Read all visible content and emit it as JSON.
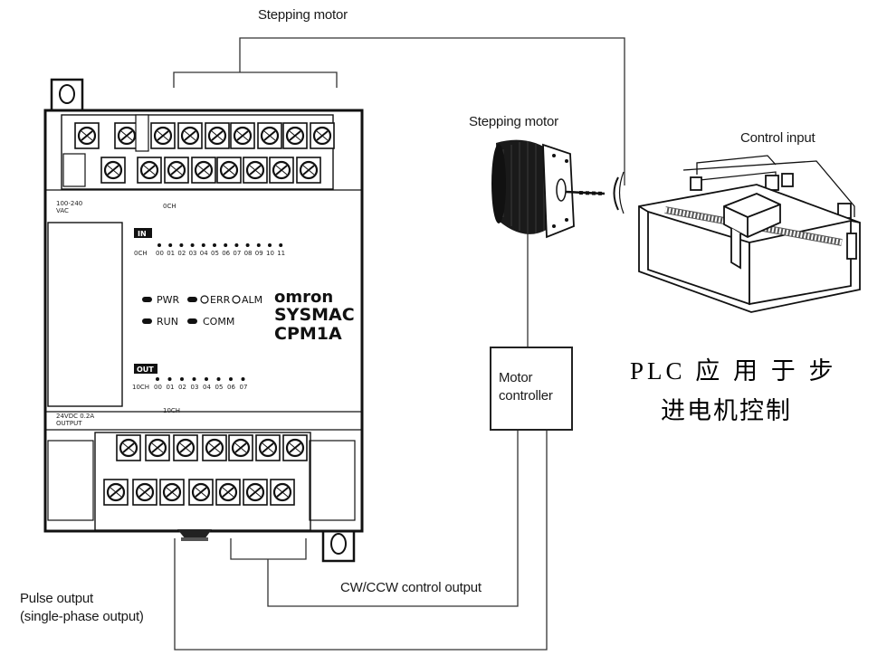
{
  "labels": {
    "stepping_motor_top": "Stepping motor",
    "stepping_motor_side": "Stepping motor",
    "control_input": "Control input",
    "motor_controller": "Motor\ncontroller",
    "cw_ccw": "CW/CCW control output",
    "pulse_output": "Pulse output\n(single-phase output)"
  },
  "caption": {
    "line1": "PLC 应 用 于 步",
    "line2": "进电机控制"
  },
  "plc": {
    "brand": "omron",
    "model_line1": "SYSMAC",
    "model_line2": "CPM1A",
    "in_badge": "IN",
    "out_badge": "OUT",
    "in_channel": "0CH",
    "out_channel": "10CH",
    "in_numbers": [
      "00",
      "01",
      "02",
      "03",
      "04",
      "05",
      "06",
      "07",
      "08",
      "09",
      "10",
      "11"
    ],
    "out_numbers": [
      "00",
      "01",
      "02",
      "03",
      "04",
      "05",
      "06",
      "07"
    ],
    "ind_pwr": "PWR",
    "ind_err": "ERR",
    "ind_alm": "ALM",
    "ind_run": "RUN",
    "ind_comm": "COMM",
    "power_label": "100-240\nVAC",
    "out_power_label": "24VDC 0.2A\nOUTPUT"
  }
}
